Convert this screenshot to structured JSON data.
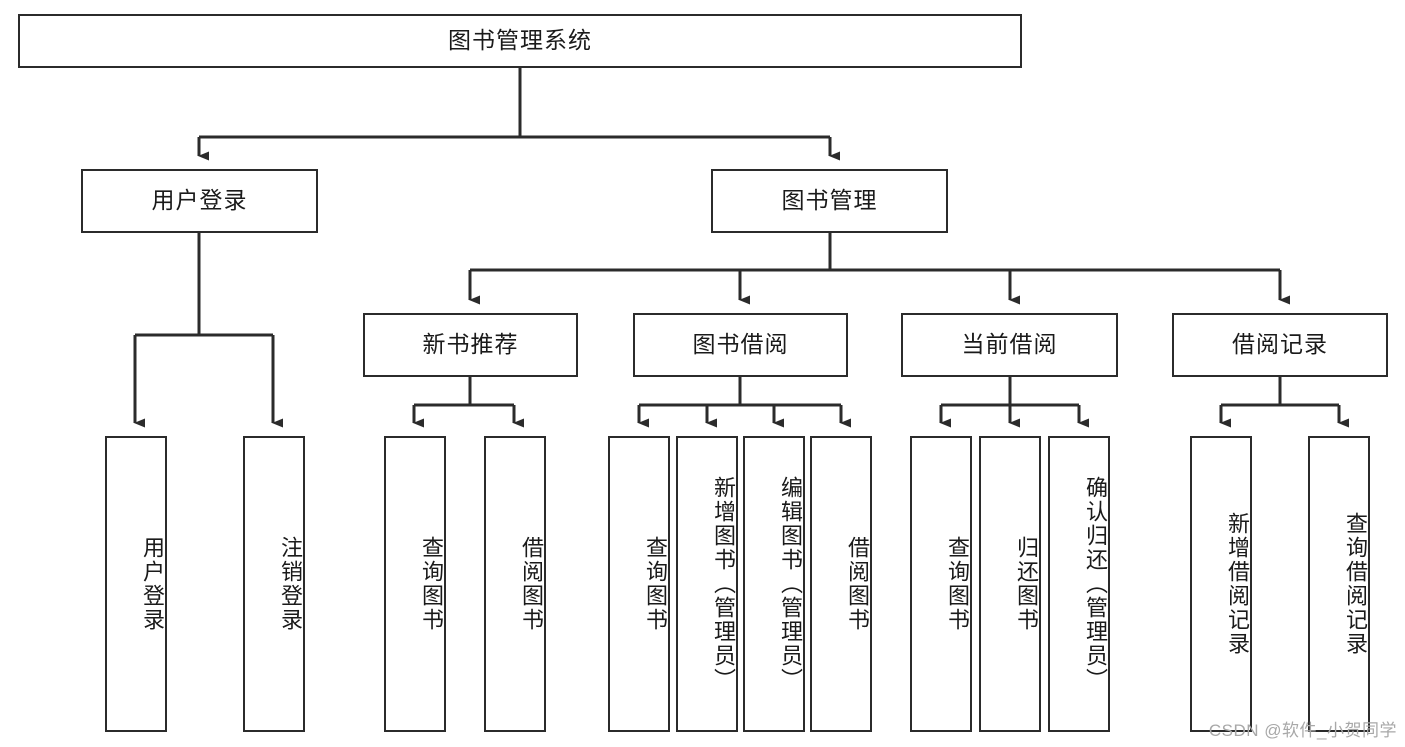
{
  "diagram": {
    "title": "图书管理系统",
    "type": "tree-hierarchy-diagram",
    "watermark": "CSDN @软件_小贺同学",
    "colors": {
      "box_border": "#2b2b2b",
      "box_fill": "#ffffff",
      "connector": "#2b2b2b",
      "text": "#1a1a1a",
      "watermark": "#a8a8a8",
      "background": "#ffffff"
    },
    "root": {
      "label": "图书管理系统"
    },
    "level2": [
      {
        "id": "user-login",
        "label": "用户登录"
      },
      {
        "id": "book-management",
        "label": "图书管理"
      }
    ],
    "level3": [
      {
        "id": "new-book-recommend",
        "label": "新书推荐"
      },
      {
        "id": "book-borrow",
        "label": "图书借阅"
      },
      {
        "id": "current-borrow",
        "label": "当前借阅"
      },
      {
        "id": "borrow-record",
        "label": "借阅记录"
      }
    ],
    "leaves": {
      "user_login": [
        {
          "id": "leaf-user-login",
          "label": "用户登录"
        },
        {
          "id": "leaf-logout",
          "label": "注销登录"
        }
      ],
      "new_book_recommend": [
        {
          "id": "leaf-query-books-1",
          "label": "查询图书"
        },
        {
          "id": "leaf-borrow-books-1",
          "label": "借阅图书"
        }
      ],
      "book_borrow": [
        {
          "id": "leaf-query-books-2",
          "label": "查询图书"
        },
        {
          "id": "leaf-add-book",
          "label": "新增图书（管理员）"
        },
        {
          "id": "leaf-edit-book",
          "label": "编辑图书（管理员）"
        },
        {
          "id": "leaf-borrow-books-2",
          "label": "借阅图书"
        }
      ],
      "current_borrow": [
        {
          "id": "leaf-query-books-3",
          "label": "查询图书"
        },
        {
          "id": "leaf-return-book",
          "label": "归还图书"
        },
        {
          "id": "leaf-confirm-return",
          "label": "确认归还（管理员）"
        }
      ],
      "borrow_record": [
        {
          "id": "leaf-add-record",
          "label": "新增借阅记录"
        },
        {
          "id": "leaf-query-record",
          "label": "查询借阅记录"
        }
      ]
    }
  }
}
